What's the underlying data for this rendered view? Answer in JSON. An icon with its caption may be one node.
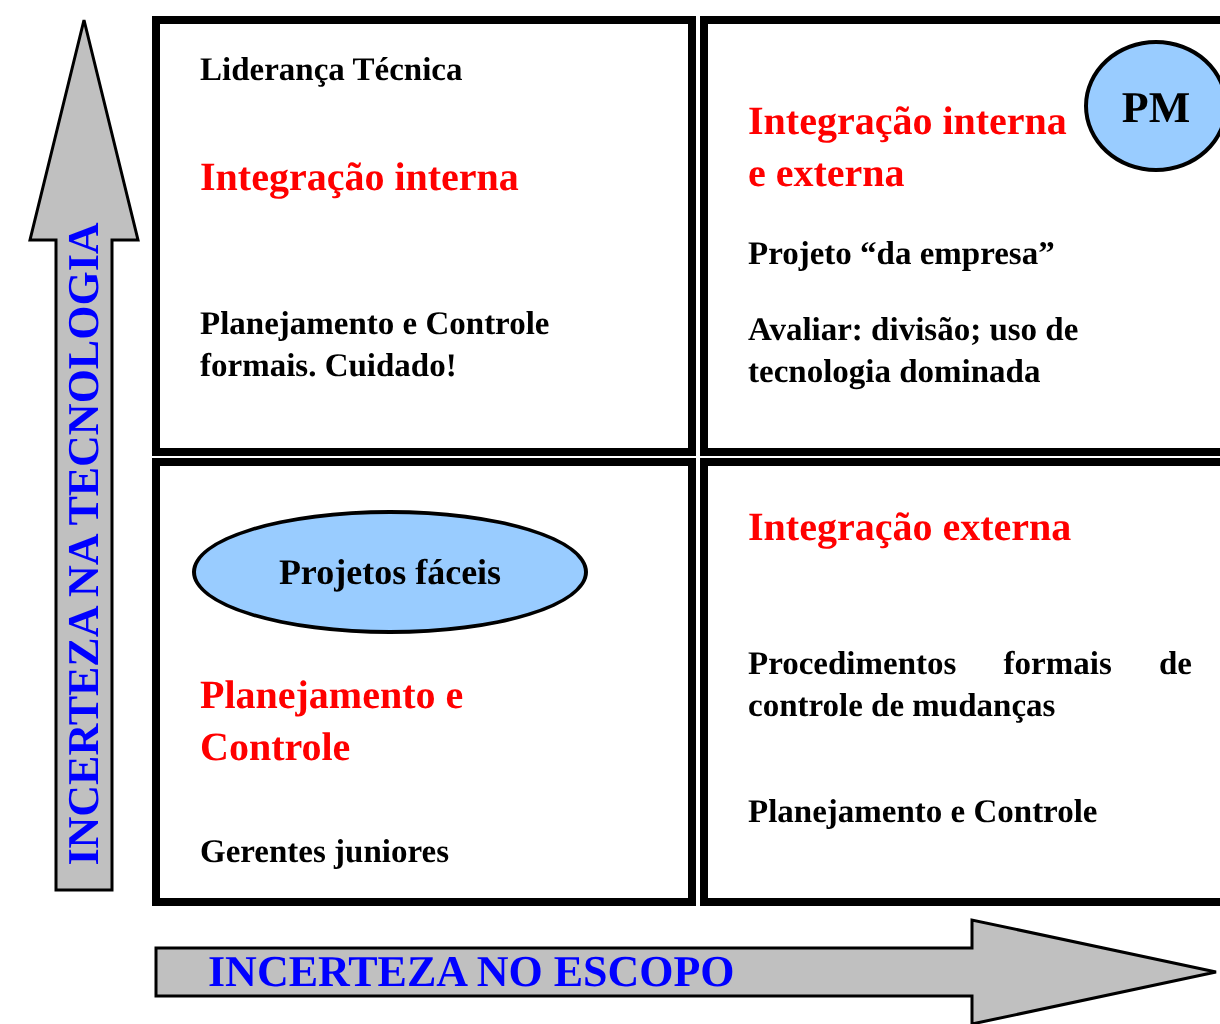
{
  "diagram": {
    "nodes": [
      {
        "text": [
          "Liderança Técnica",
          "Integração interna",
          "Planejamento e Controle formais. Cuidado!"
        ]
      },
      {
        "text": [
          "Integração interna e externa",
          "Projeto “da empresa”",
          "Avaliar: divisão; uso de tecnologia dominada"
        ]
      },
      {
        "text": [
          "Planejamento e Controle",
          "Gerentes juniores"
        ]
      },
      {
        "text": [
          "Integração externa",
          "Procedimentos formais de controle de mudanças",
          "Planejamento e Controle"
        ]
      },
      {
        "text": [
          "PM"
        ],
        "in": 1
      },
      {
        "text": [
          "Projetos fáceis"
        ],
        "in": 2
      }
    ],
    "labels": [
      "INCERTEZA NA TECNOLOGIA",
      "INCERTEZA NO ESCOPO"
    ]
  }
}
